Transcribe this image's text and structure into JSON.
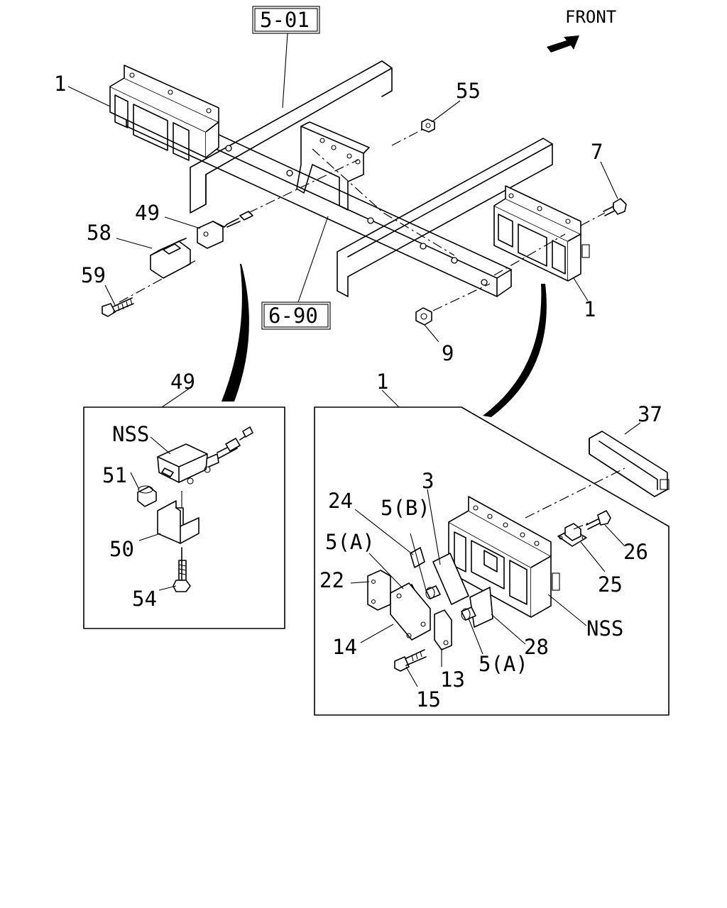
{
  "direction": {
    "label": "FRONT",
    "icon": "front-arrow-icon"
  },
  "refs": {
    "top": "5-01",
    "middle": "6-90"
  },
  "callouts": {
    "frame_left": "1",
    "frame_right": "1",
    "nut_top": "55",
    "bolt_top": "7",
    "nut_bottom": "9",
    "sensor_main": "49",
    "cover_main": "58",
    "screw_main": "59",
    "detail_left_title": "49",
    "nss_left": "NSS",
    "part51": "51",
    "part50": "50",
    "part54": "54",
    "detail_right_title": "1",
    "part37": "37",
    "part3": "3",
    "part24": "24",
    "part5b": "5(B)",
    "part5a_top": "5(A)",
    "part22": "22",
    "part14": "14",
    "part13": "13",
    "part15": "15",
    "part5a_bottom": "5(A)",
    "part28": "28",
    "nss_right": "NSS",
    "part25": "25",
    "part26": "26"
  }
}
